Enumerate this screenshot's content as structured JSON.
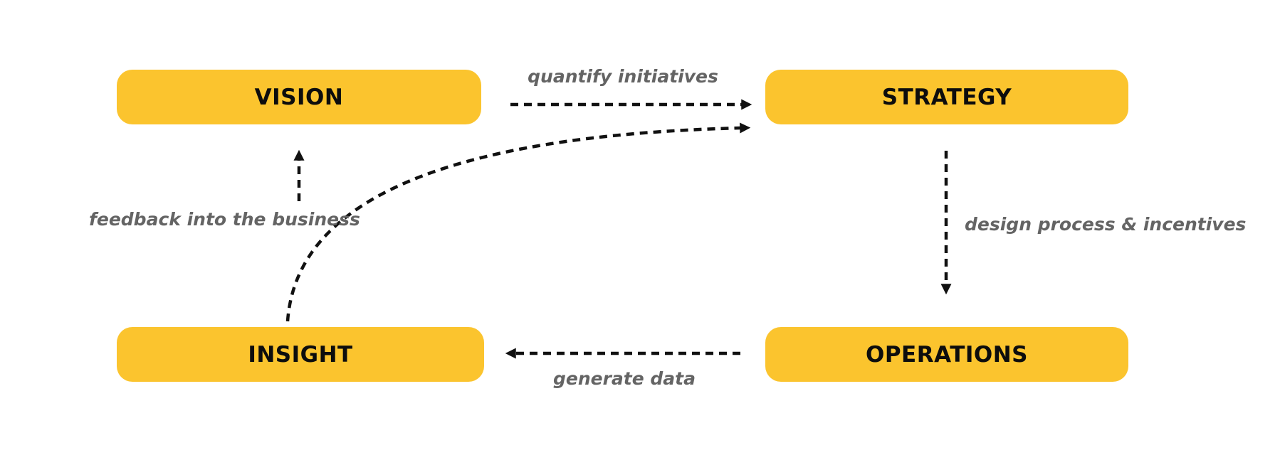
{
  "diagram": {
    "background_color": "#FFFFFF",
    "node_fill_color": "#FBC42E",
    "node_text_color": "#0D0D0D",
    "arrow_color": "#111111",
    "edge_label_color": "#646464",
    "nodes": {
      "vision": "VISION",
      "strategy": "STRATEGY",
      "insight": "INSIGHT",
      "operations": "OPERATIONS"
    },
    "edges": {
      "vision_to_strategy": {
        "from": "VISION",
        "to": "STRATEGY",
        "label": "quantify initiatives",
        "style": "dashed-straight"
      },
      "strategy_to_operations": {
        "from": "STRATEGY",
        "to": "OPERATIONS",
        "label": "design process & incentives",
        "style": "dashed-straight"
      },
      "operations_to_insight": {
        "from": "OPERATIONS",
        "to": "INSIGHT",
        "label": "generate data",
        "style": "dashed-straight"
      },
      "insight_to_vision": {
        "from": "INSIGHT",
        "to": "VISION",
        "label": "feedback into the business",
        "style": "dashed-straight"
      },
      "insight_to_strategy": {
        "from": "INSIGHT",
        "to": "STRATEGY",
        "label": "",
        "style": "dashed-curved"
      }
    }
  }
}
